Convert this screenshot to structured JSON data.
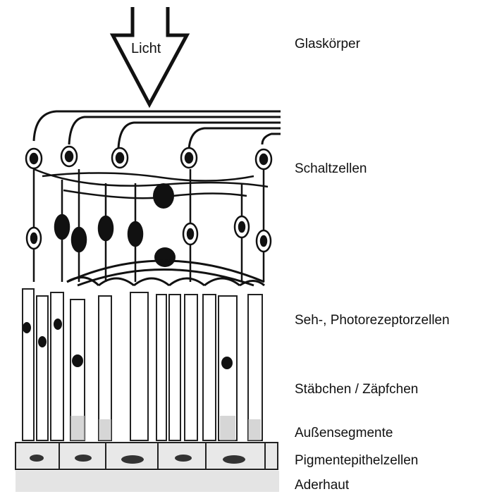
{
  "arrow": {
    "label": "Licht"
  },
  "layers": [
    {
      "id": "glaskoerper",
      "label": "Glaskörper"
    },
    {
      "id": "schaltzellen",
      "label": "Schaltzellen"
    },
    {
      "id": "photorezeptoren",
      "label": "Seh-, Photorezeptorzellen"
    },
    {
      "id": "staebchen",
      "label": "Stäbchen / Zäpfchen"
    },
    {
      "id": "aussensegmente",
      "label": "Außensegmente"
    },
    {
      "id": "pigmentepithel",
      "label": "Pigmentepithelzellen"
    },
    {
      "id": "aderhaut",
      "label": "Aderhaut"
    }
  ]
}
